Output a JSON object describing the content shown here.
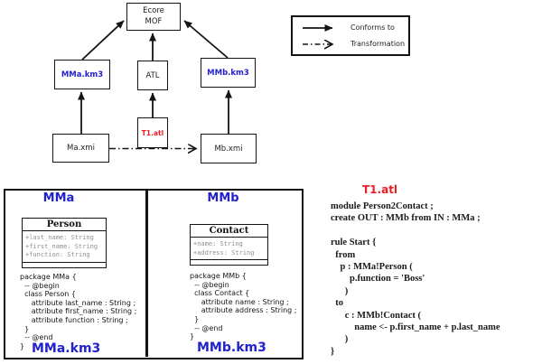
{
  "colors": {
    "accent_blue": "#2222cc",
    "accent_red": "#ee1d23",
    "attr_gray": "#8f8f8f",
    "line_black": "#141414"
  },
  "diagram": {
    "ecore": {
      "line1": "Ecore",
      "line2": "MOF"
    },
    "mma_km3": "MMa.km3",
    "atl": "ATL",
    "mmb_km3": "MMb.km3",
    "ma_xmi": "Ma.xmi",
    "t1_atl": "T1.atl",
    "mb_xmi": "Mb.xmi"
  },
  "legend": {
    "conforms_to": "Conforms to",
    "transformation": "Transformation"
  },
  "metamodels": {
    "mma": {
      "title": "MMa",
      "class_name": "Person",
      "attributes": [
        "+last_name: String",
        "+first_name: String",
        "+function: String"
      ],
      "code": [
        "package MMa {",
        "  -- @begin",
        "  class Person {",
        "     attribute last_name : String ;",
        "     attribute first_name : String ;",
        "     attribute function : String ;",
        "  }",
        "  -- @end",
        "}"
      ],
      "footer": "MMa.km3"
    },
    "mmb": {
      "title": "MMb",
      "class_name": "Contact",
      "attributes": [
        "+name: String",
        "+address: String"
      ],
      "code": [
        "package MMb {",
        "  -- @begin",
        "  class Contact {",
        "     attribute name : String ;",
        "     attribute address : String ;",
        "  }",
        "  -- @end",
        "}"
      ],
      "footer": "MMb.km3"
    }
  },
  "atl_panel": {
    "title": "T1.atl",
    "code": [
      "module Person2Contact ;",
      "create OUT : MMb from IN : MMa ;",
      "",
      "rule Start {",
      "  from",
      "    p : MMa!Person (",
      "        p.function = 'Boss'",
      "      )",
      "  to",
      "      c : MMb!Contact (",
      "          name <- p.first_name + p.last_name",
      "      )",
      "}"
    ]
  }
}
